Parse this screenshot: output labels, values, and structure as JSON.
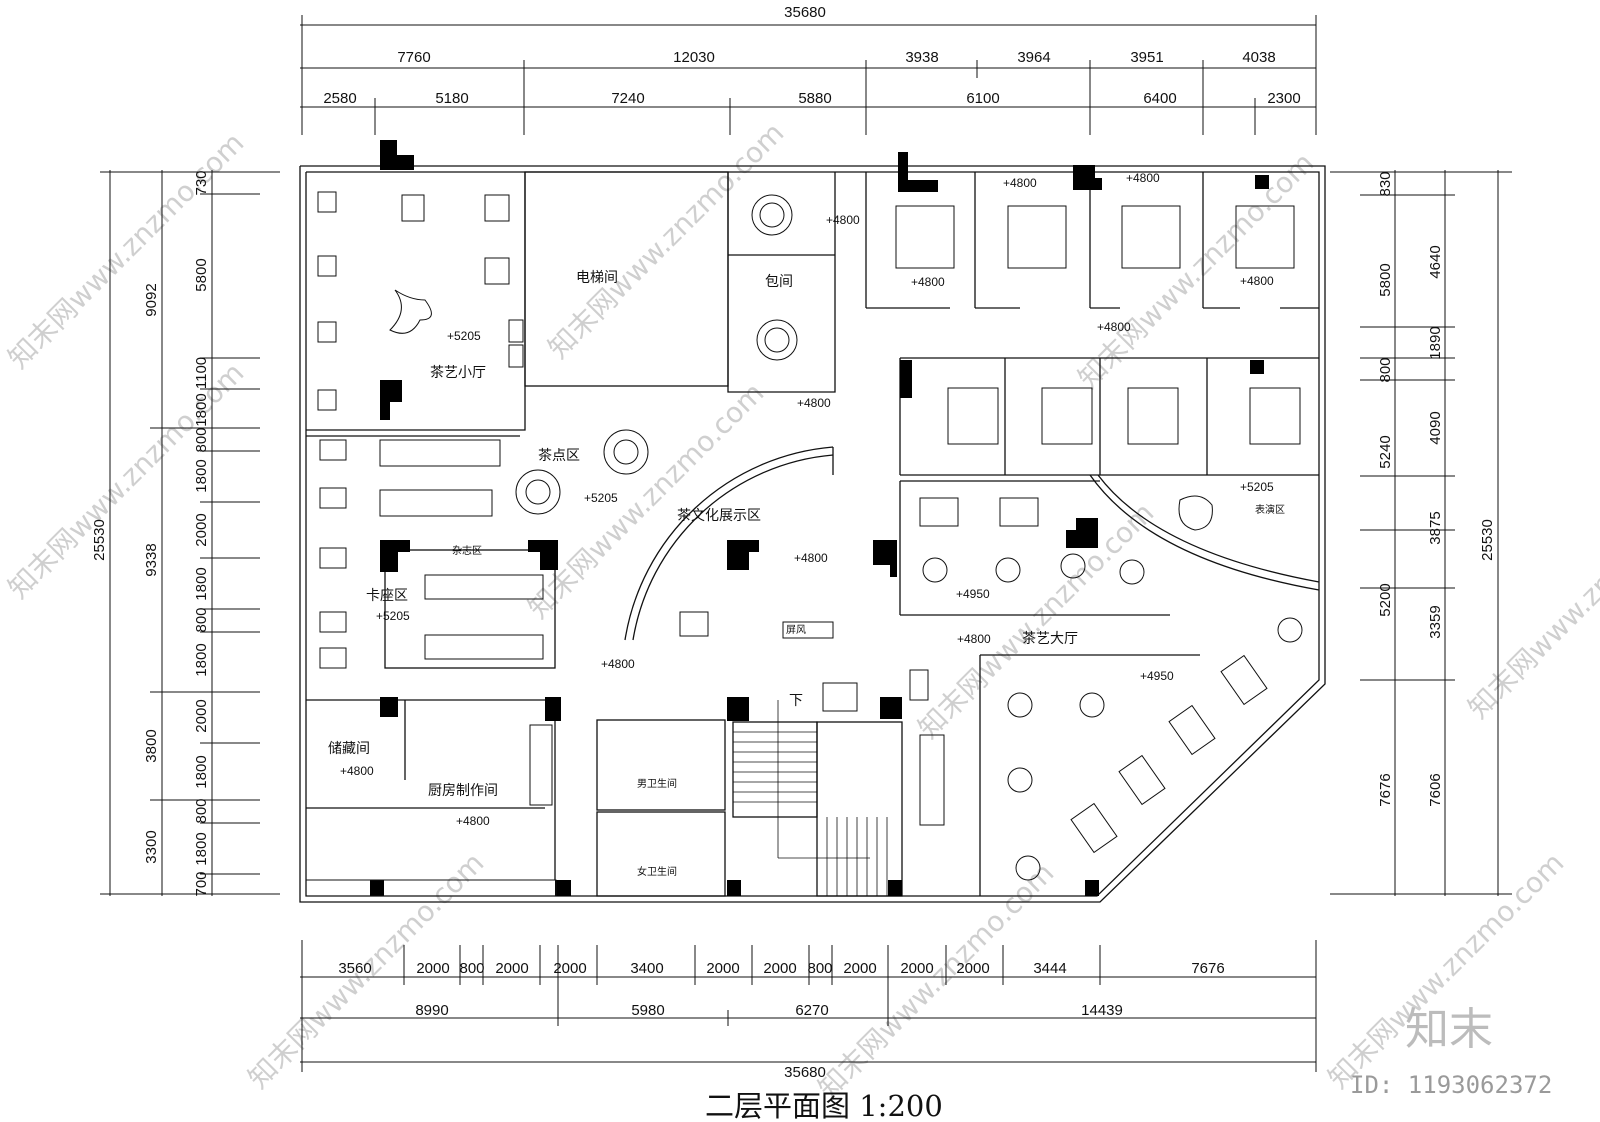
{
  "drawing": {
    "title": "二层平面图  1:200",
    "brand": "知末",
    "image_id": "ID: 1193062372",
    "watermark": "知末网www.znzmo.com"
  },
  "dimensions": {
    "top_total": "35680",
    "top_row1": [
      "7760",
      "12030",
      "3938",
      "3964",
      "3951",
      "4038"
    ],
    "top_row2": [
      "2580",
      "5180",
      "7240",
      "5880",
      "6100",
      "6400",
      "2300"
    ],
    "bottom_row1": [
      "3560",
      "2000",
      "800",
      "2000",
      "2000",
      "3400",
      "2000",
      "2000",
      "800",
      "2000",
      "2000",
      "2000",
      "3444",
      "7676"
    ],
    "bottom_row2": [
      "8990",
      "5980",
      "6270",
      "14439"
    ],
    "bottom_total": "35680",
    "left_total": "25530",
    "left_row1": [
      "9092",
      "9338",
      "3800",
      "3300"
    ],
    "left_row2": [
      "730",
      "5800",
      "1100",
      "1800",
      "800",
      "1800",
      "2000",
      "1800",
      "800",
      "1800",
      "2000",
      "1800",
      "800",
      "1800",
      "700"
    ],
    "right_total": "25530",
    "right_row1": [
      "830",
      "4640",
      "1890",
      "800",
      "4090",
      "3875",
      "3359",
      "7606"
    ],
    "right_row2": [
      "5800",
      "5240",
      "5200",
      "7676"
    ]
  },
  "rooms": {
    "tea_small_hall": "茶艺小厅",
    "elevator": "电梯间",
    "private_room": "包间",
    "tea_snack": "茶点区",
    "exhibit": "茶文化展示区",
    "booth": "卡座区",
    "magazine": "杂志区",
    "screen": "屏风",
    "storage": "储藏间",
    "kitchen": "厨房制作间",
    "men_wc": "男卫生间",
    "women_wc": "女卫生间",
    "main_hall": "茶艺大厅",
    "stage": "表演区",
    "down": "下"
  },
  "levels": {
    "l4800": "+4800",
    "l5205": "+5205",
    "l4950": "+4950"
  }
}
